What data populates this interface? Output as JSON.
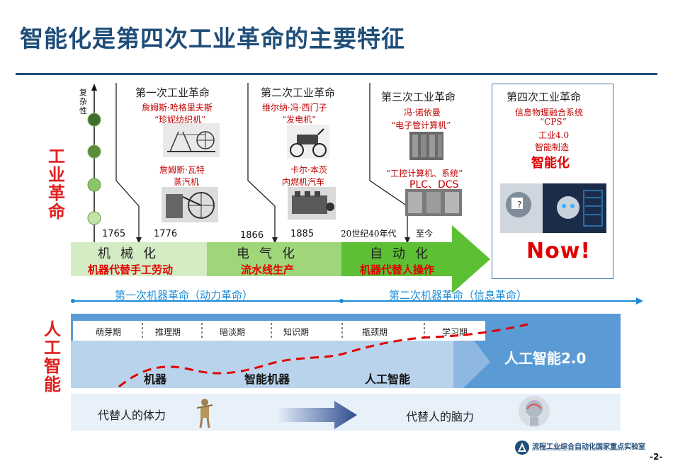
{
  "title": "智能化是第四次工业革命的主要特征",
  "left_labels": {
    "industrial": "工业革命",
    "ai": "人工智能"
  },
  "complexity_axis": "复杂性",
  "eras": [
    {
      "title": "第一次工业革命",
      "line1": "詹姆斯·哈格里夫斯",
      "line2": "“珍妮纺织机”",
      "line3": "詹姆斯·瓦特",
      "line4": "蒸汽机"
    },
    {
      "title": "第二次工业革命",
      "line1": "维尔纳·冯·西门子",
      "line2": "“发电机”",
      "line3": "卡尔·本茨",
      "line4": "内燃机汽车"
    },
    {
      "title": "第三次工业革命",
      "line1": "冯·诺依曼",
      "line2": "“电子管计算机”",
      "line3": "“工控计算机、系统”",
      "line4": "PLC、DCS"
    },
    {
      "title": "第四次工业革命",
      "line1": "信息物理融合系统",
      "line2": "“CPS”",
      "line3": "工业4.0",
      "line4": "智能制造",
      "line5": "智能化"
    }
  ],
  "years": [
    "1765",
    "1776",
    "1866",
    "1885",
    "20世纪40年代",
    "至今"
  ],
  "phases": [
    {
      "name": "机械化",
      "sub": "机器代替手工劳动"
    },
    {
      "name": "电气化",
      "sub": "流水线生产"
    },
    {
      "name": "自动化",
      "sub": "机器代替人操作"
    }
  ],
  "now": "Now!",
  "revolutions": [
    "第一次机器革命（动力革命）",
    "第二次机器革命（信息革命）"
  ],
  "ai_stages": [
    "萌芽期",
    "推理期",
    "暗淡期",
    "知识期",
    "瓶颈期",
    "学习期"
  ],
  "ai_bands": [
    "机器",
    "智能机器",
    "人工智能"
  ],
  "ai2": "人工智能2.0",
  "bottom": {
    "left": "代替人的体力",
    "right": "代替人的脑力"
  },
  "footer": {
    "lab": "流程工业综合自动化国家重点实验室",
    "page": "-2-"
  },
  "colors": {
    "title": "#1f4e79",
    "red": "#e00000",
    "blue": "#1a8cd8",
    "green": "#4cb830"
  }
}
